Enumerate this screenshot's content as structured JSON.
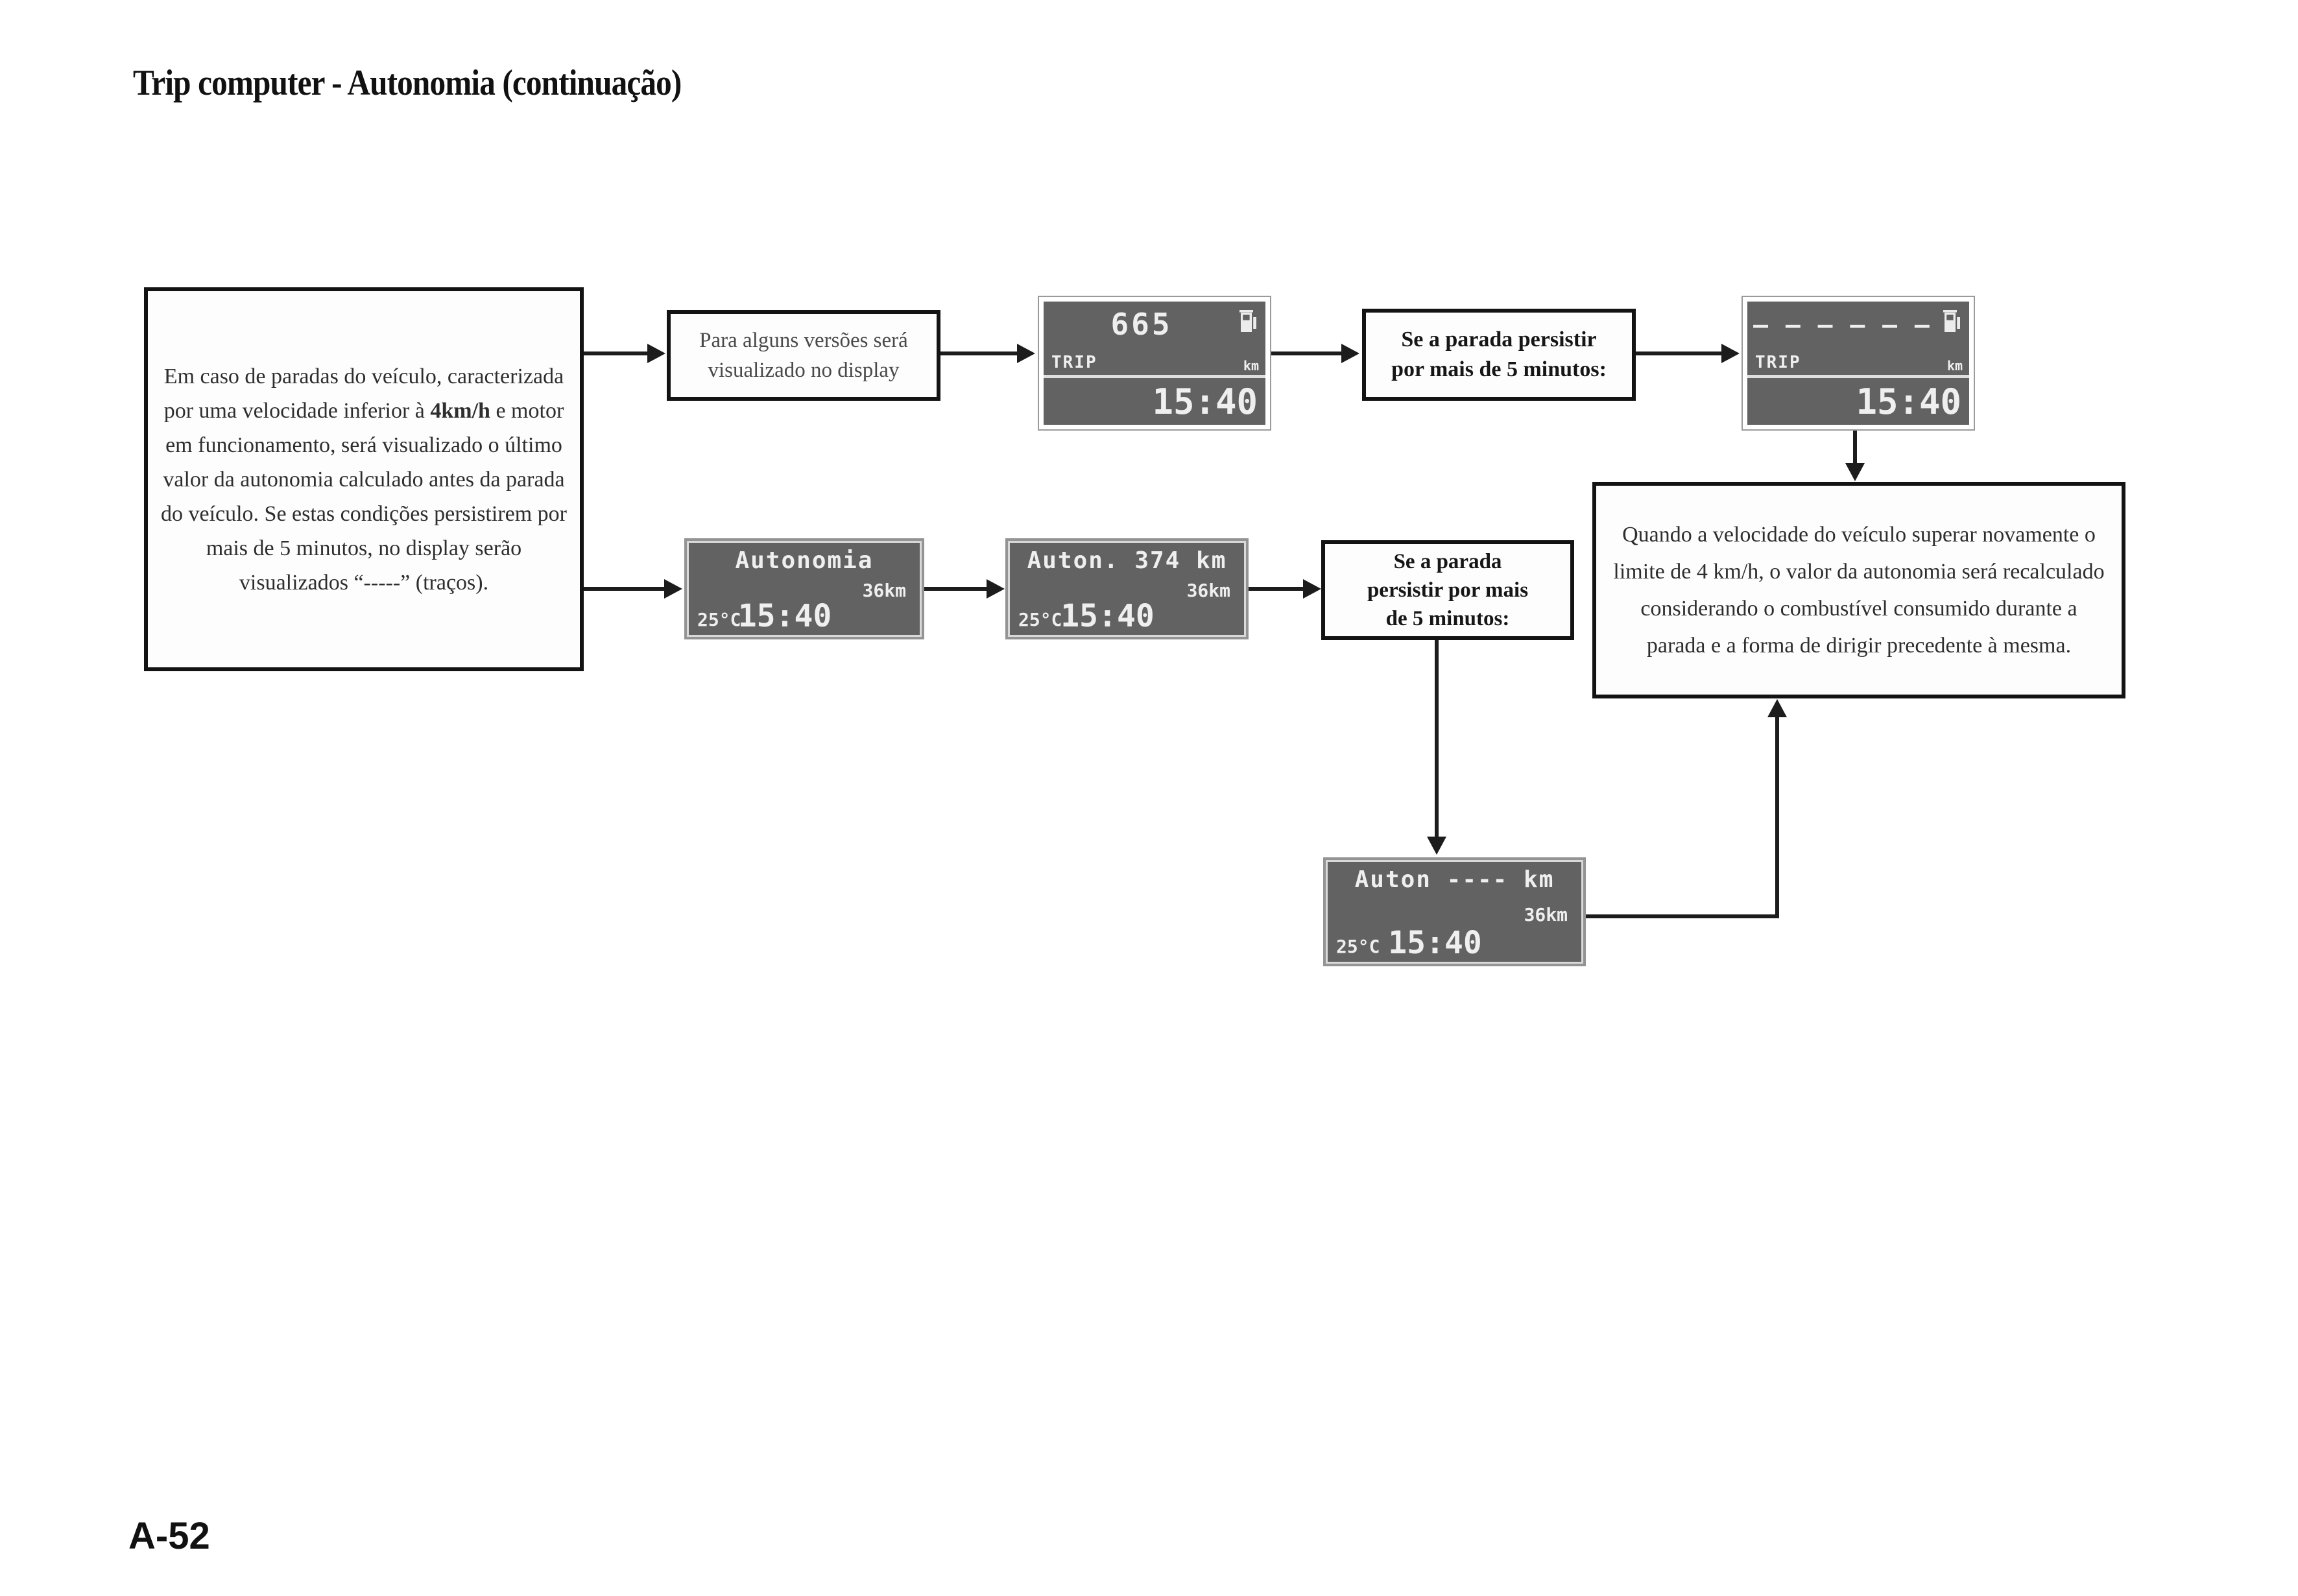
{
  "page": {
    "title": "Trip computer - Autonomia (continuação)",
    "page_number": "A-52"
  },
  "colors": {
    "panel_background": "#626262",
    "panel_text": "#efefef",
    "connector": "#1c1c1c",
    "box_border": "#131313"
  },
  "flow": {
    "intro_box": {
      "text_before": "Em caso de paradas do veículo, caracterizada por uma velocidade inferior à ",
      "bold": "4km/h",
      "text_after": " e motor em funcionamento, será visualizado o último valor da autonomia calculado antes da parada do veículo. Se estas condições persistirem por mais de 5 minutos, no display serão  visualizados “-----” (traços)."
    },
    "note_box": {
      "text": "Para alguns versões será visualizado no display"
    },
    "condition_box_1": {
      "line1": "Se a parada persistir",
      "line2": "por mais  de 5 minutos:"
    },
    "condition_box_2": {
      "line1": "Se a parada",
      "line2": "persistir por mais",
      "line3": "de 5 minutos:"
    },
    "result_box": {
      "text": "Quando a velocidade do veículo superar novamente o limite de 4 km/h, o valor da autonomia será recalculado considerando o combustível consumido durante a parada e a forma de dirigir precedente à mesma."
    }
  },
  "displays": {
    "trip_value": {
      "value": "665",
      "label": "TRIP",
      "unit": "km",
      "time": "15:40",
      "icon": "fuel-pump-icon"
    },
    "trip_dashes": {
      "value": "– – – – – –",
      "label": "TRIP",
      "unit": "km",
      "time": "15:40",
      "icon": "fuel-pump-icon"
    },
    "autonomia": {
      "title": "Autonomia",
      "range": "36km",
      "temp": "25°C",
      "time": "15:40"
    },
    "auton_value": {
      "title": "Auton. 374 km",
      "range": "36km",
      "temp": "25°C",
      "time": "15:40"
    },
    "auton_dashes": {
      "title": "Auton ---- km",
      "range": "36km",
      "temp": "25°C",
      "time": "15:40"
    }
  }
}
